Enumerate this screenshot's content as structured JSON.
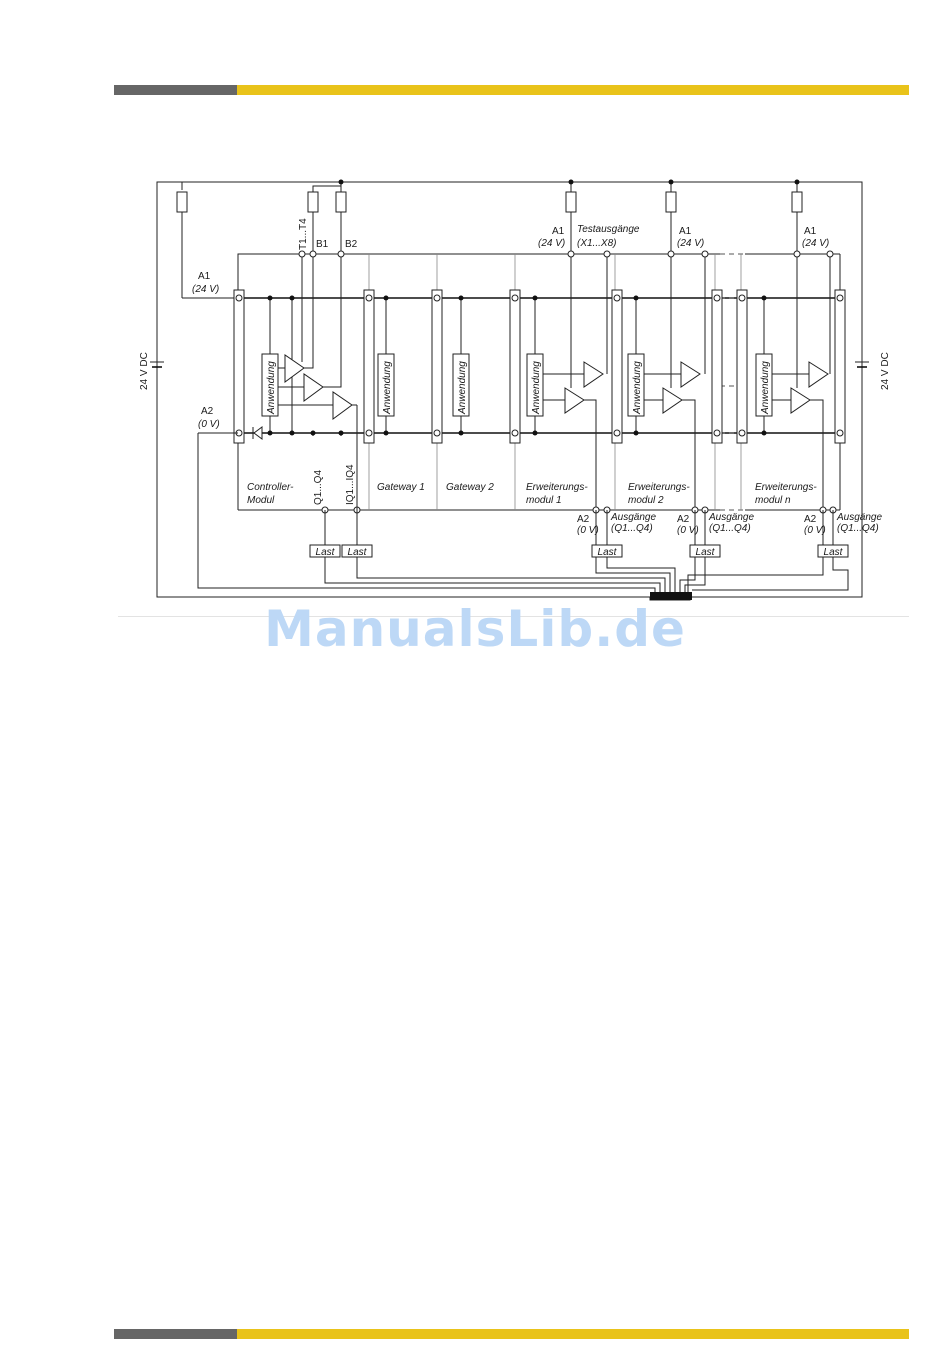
{
  "header": {
    "accent_grey": "#666666",
    "accent_yellow": "#e9c31a"
  },
  "watermark": "ManualsLib.de",
  "diagram": {
    "supply_left": "24 V DC",
    "supply_right": "24 V DC",
    "a1": "A1",
    "v24": "(24 V)",
    "a2": "A2",
    "v0": "(0 V)",
    "t1t4": "T1...T4",
    "b1": "B1",
    "b2": "B2",
    "q1q4": "Q1...Q4",
    "iq1iq4": "IQ1...IQ4",
    "testausgaenge": "Testausgänge",
    "x1x8": "(X1...X8)",
    "anwendung": "Anwendung",
    "last": "Last",
    "ausgaenge": "Ausgänge",
    "q1q4_paren": "(Q1...Q4)",
    "modules": {
      "controller_1": "Controller-",
      "controller_2": "Modul",
      "gateway1": "Gateway 1",
      "gateway2": "Gateway 2",
      "erw_prefix": "Erweiterungs-",
      "erw1": "modul 1",
      "erw2": "modul 2",
      "erwn": "modul n"
    }
  }
}
